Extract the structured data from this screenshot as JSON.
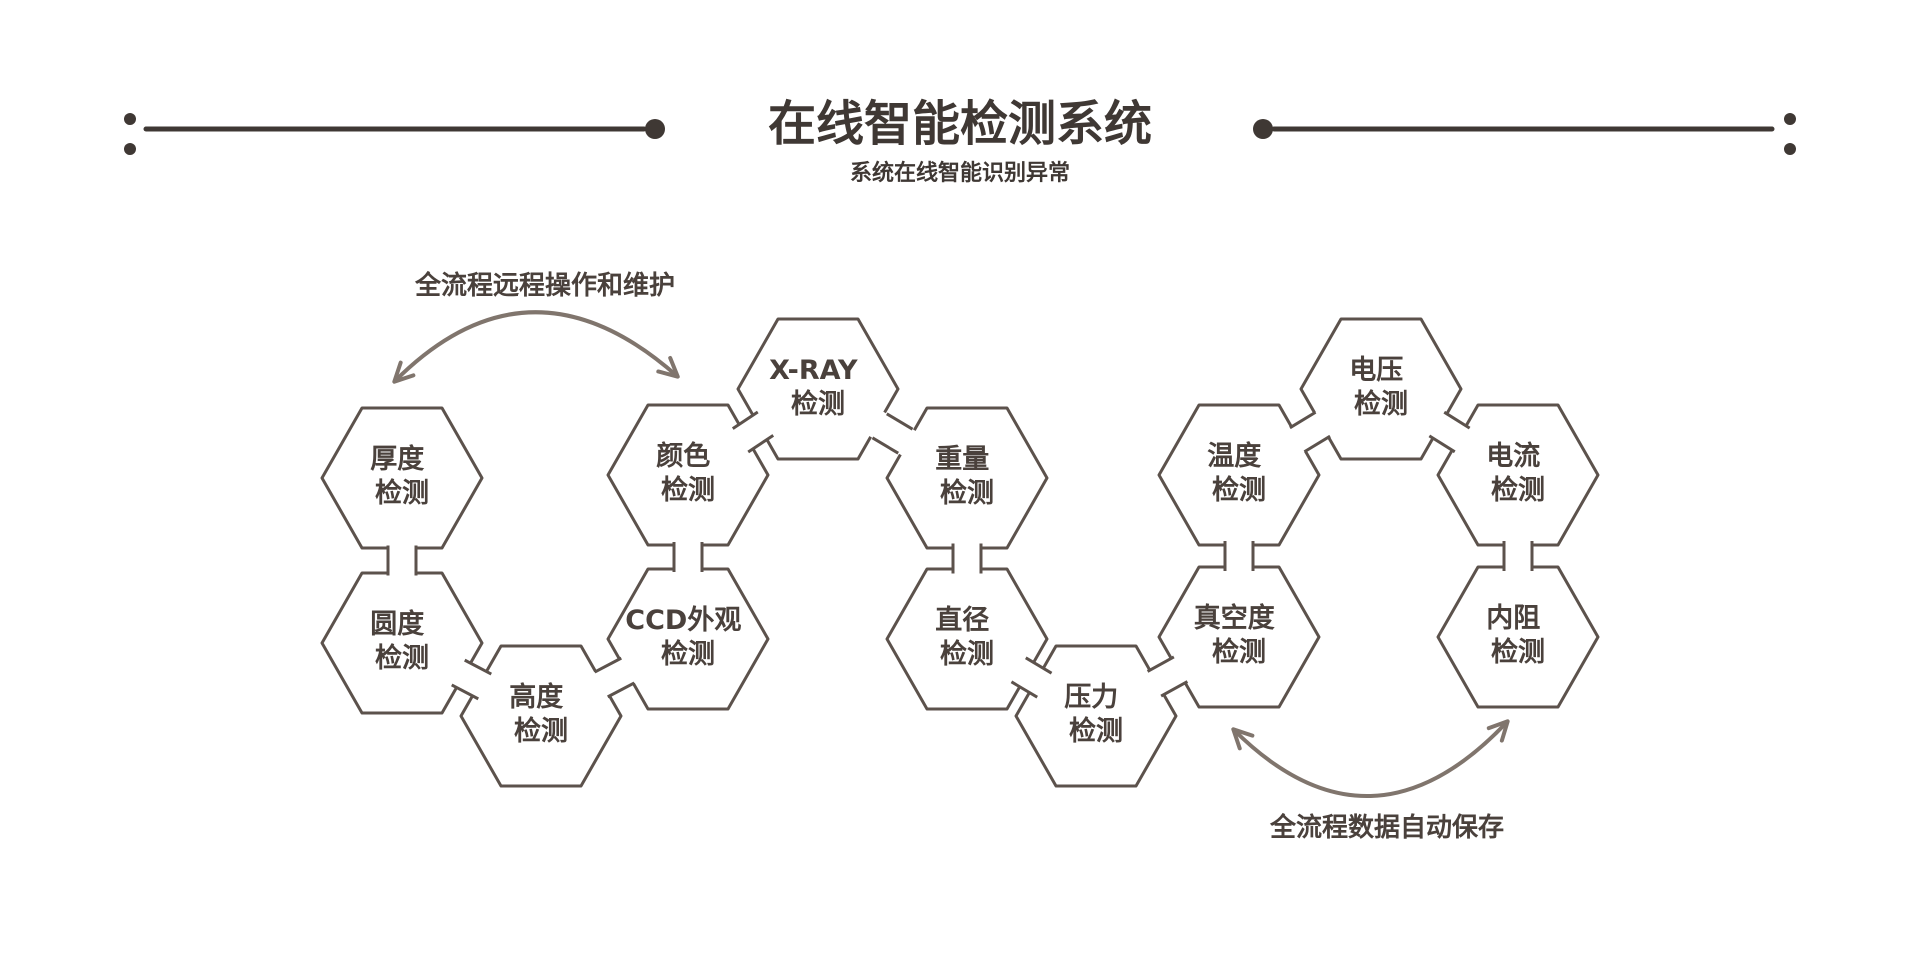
{
  "header": {
    "title": "在线智能检测系统",
    "subtitle": "系统在线智能识别异常"
  },
  "annotations": {
    "top_arrow_label": "全流程远程操作和维护",
    "bottom_arrow_label": "全流程数据自动保存"
  },
  "nodes": [
    {
      "line1": "厚度",
      "line2": "检测"
    },
    {
      "line1": "圆度",
      "line2": "检测"
    },
    {
      "line1": "高度",
      "line2": "检测"
    },
    {
      "line1": "CCD外观",
      "line2": "检测"
    },
    {
      "line1": "颜色",
      "line2": "检测"
    },
    {
      "line1": "X-RAY",
      "line2": "检测"
    },
    {
      "line1": "重量",
      "line2": "检测"
    },
    {
      "line1": "直径",
      "line2": "检测"
    },
    {
      "line1": "压力",
      "line2": "检测"
    },
    {
      "line1": "真空度",
      "line2": "检测"
    },
    {
      "line1": "温度",
      "line2": "检测"
    },
    {
      "line1": "电压",
      "line2": "检测"
    },
    {
      "line1": "电流",
      "line2": "检测"
    },
    {
      "line1": "内阻",
      "line2": "检测"
    }
  ],
  "colors": {
    "outline": "#5c524c",
    "title": "#3f3834",
    "arrow": "#80756d"
  }
}
